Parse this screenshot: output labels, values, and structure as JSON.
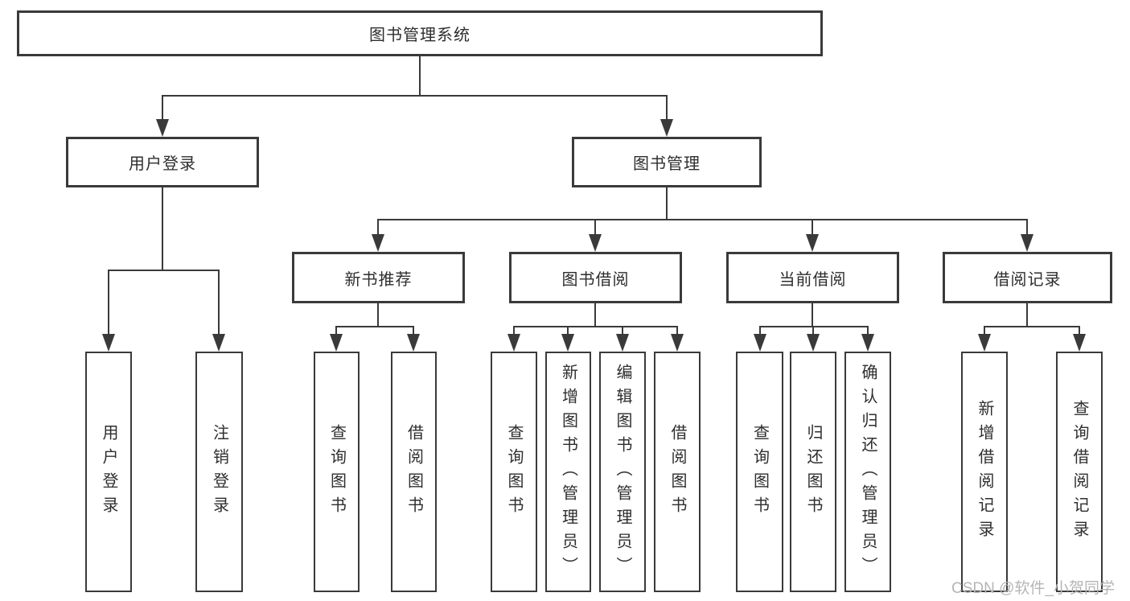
{
  "diagram": {
    "root": {
      "label": "图书管理系统"
    },
    "branches": [
      {
        "label": "用户登录",
        "children": [
          {
            "label": "用户登录"
          },
          {
            "label": "注销登录"
          }
        ]
      },
      {
        "label": "图书管理",
        "children": [
          {
            "label": "新书推荐",
            "children": [
              {
                "label": "查询图书"
              },
              {
                "label": "借阅图书"
              }
            ]
          },
          {
            "label": "图书借阅",
            "children": [
              {
                "label": "查询图书"
              },
              {
                "label": "新增图书（管理员）"
              },
              {
                "label": "编辑图书（管理员）"
              },
              {
                "label": "借阅图书"
              }
            ]
          },
          {
            "label": "当前借阅",
            "children": [
              {
                "label": "查询图书"
              },
              {
                "label": "归还图书"
              },
              {
                "label": "确认归还（管理员）"
              }
            ]
          },
          {
            "label": "借阅记录",
            "children": [
              {
                "label": "新增借阅记录"
              },
              {
                "label": "查询借阅记录"
              }
            ]
          }
        ]
      }
    ]
  },
  "watermark": {
    "text": "CSDN @软件_小贺同学"
  },
  "colors": {
    "line": "#3a3a3a",
    "box_border": "#3a3a3a",
    "text": "#2e2e2e",
    "watermark": "#b5b5b5",
    "background": "#ffffff"
  }
}
